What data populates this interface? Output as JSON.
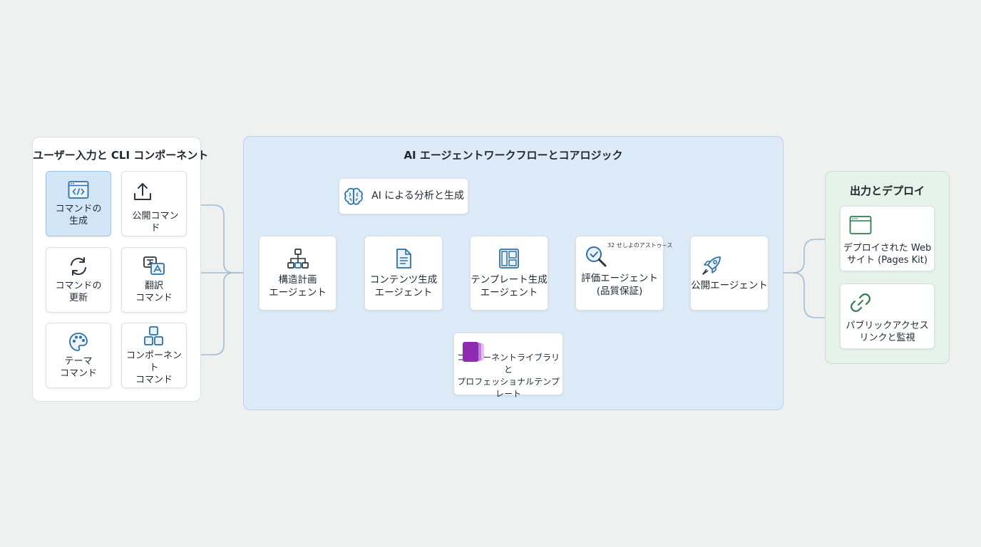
{
  "left_panel": {
    "title": "ユーザー入力と CLI コンポーネント",
    "commands": [
      {
        "label": "コマンドの\n生成",
        "icon": "code-window-icon",
        "selected": true
      },
      {
        "label": "公開コマンド",
        "icon": "upload-icon",
        "selected": false
      },
      {
        "label": "コマンドの\n更新",
        "icon": "refresh-icon",
        "selected": false
      },
      {
        "label": "翻訳\nコマンド",
        "icon": "translate-icon",
        "selected": false
      },
      {
        "label": "テーマ\nコマンド",
        "icon": "palette-icon",
        "selected": false
      },
      {
        "label": "コンポーネント\nコマンド",
        "icon": "blocks-icon",
        "selected": false
      }
    ]
  },
  "mid_panel": {
    "title": "AI エージェントワークフローとコアロジック",
    "ai_analysis": {
      "label": "AI による分析と生成",
      "icon": "brain-icon"
    },
    "agents": [
      {
        "label": "構造計画\nエージェント",
        "icon": "hierarchy-icon"
      },
      {
        "label": "コンテンツ生成\nエージェント",
        "icon": "document-icon"
      },
      {
        "label": "テンプレート生成\nエージェント",
        "icon": "layout-icon"
      },
      {
        "label": "評価エージェント\n(品質保証)",
        "icon": "magnifier-check-icon",
        "badge": "32 せしよのアストゥ~ス"
      },
      {
        "label": "公開エージェント",
        "icon": "rocket-icon"
      }
    ],
    "library": {
      "label": "コンポーネントライブラリと\nプロフェッショナルテンプレート",
      "icon": "library-stack-icon"
    }
  },
  "right_panel": {
    "title": "出力とデプロイ",
    "outputs": [
      {
        "label": "デプロイされた Web\nサイト (Pages Kit)",
        "icon": "browser-window-icon"
      },
      {
        "label": "パブリックアクセス\nリンクと監視",
        "icon": "link-icon"
      }
    ]
  },
  "colors": {
    "accent": "#2d6fa6",
    "connector": "#9fbcd6",
    "mid_panel_bg": "#dcebf7",
    "right_panel_bg": "#e6f3ea",
    "library_purple": "#8e2bb0"
  }
}
